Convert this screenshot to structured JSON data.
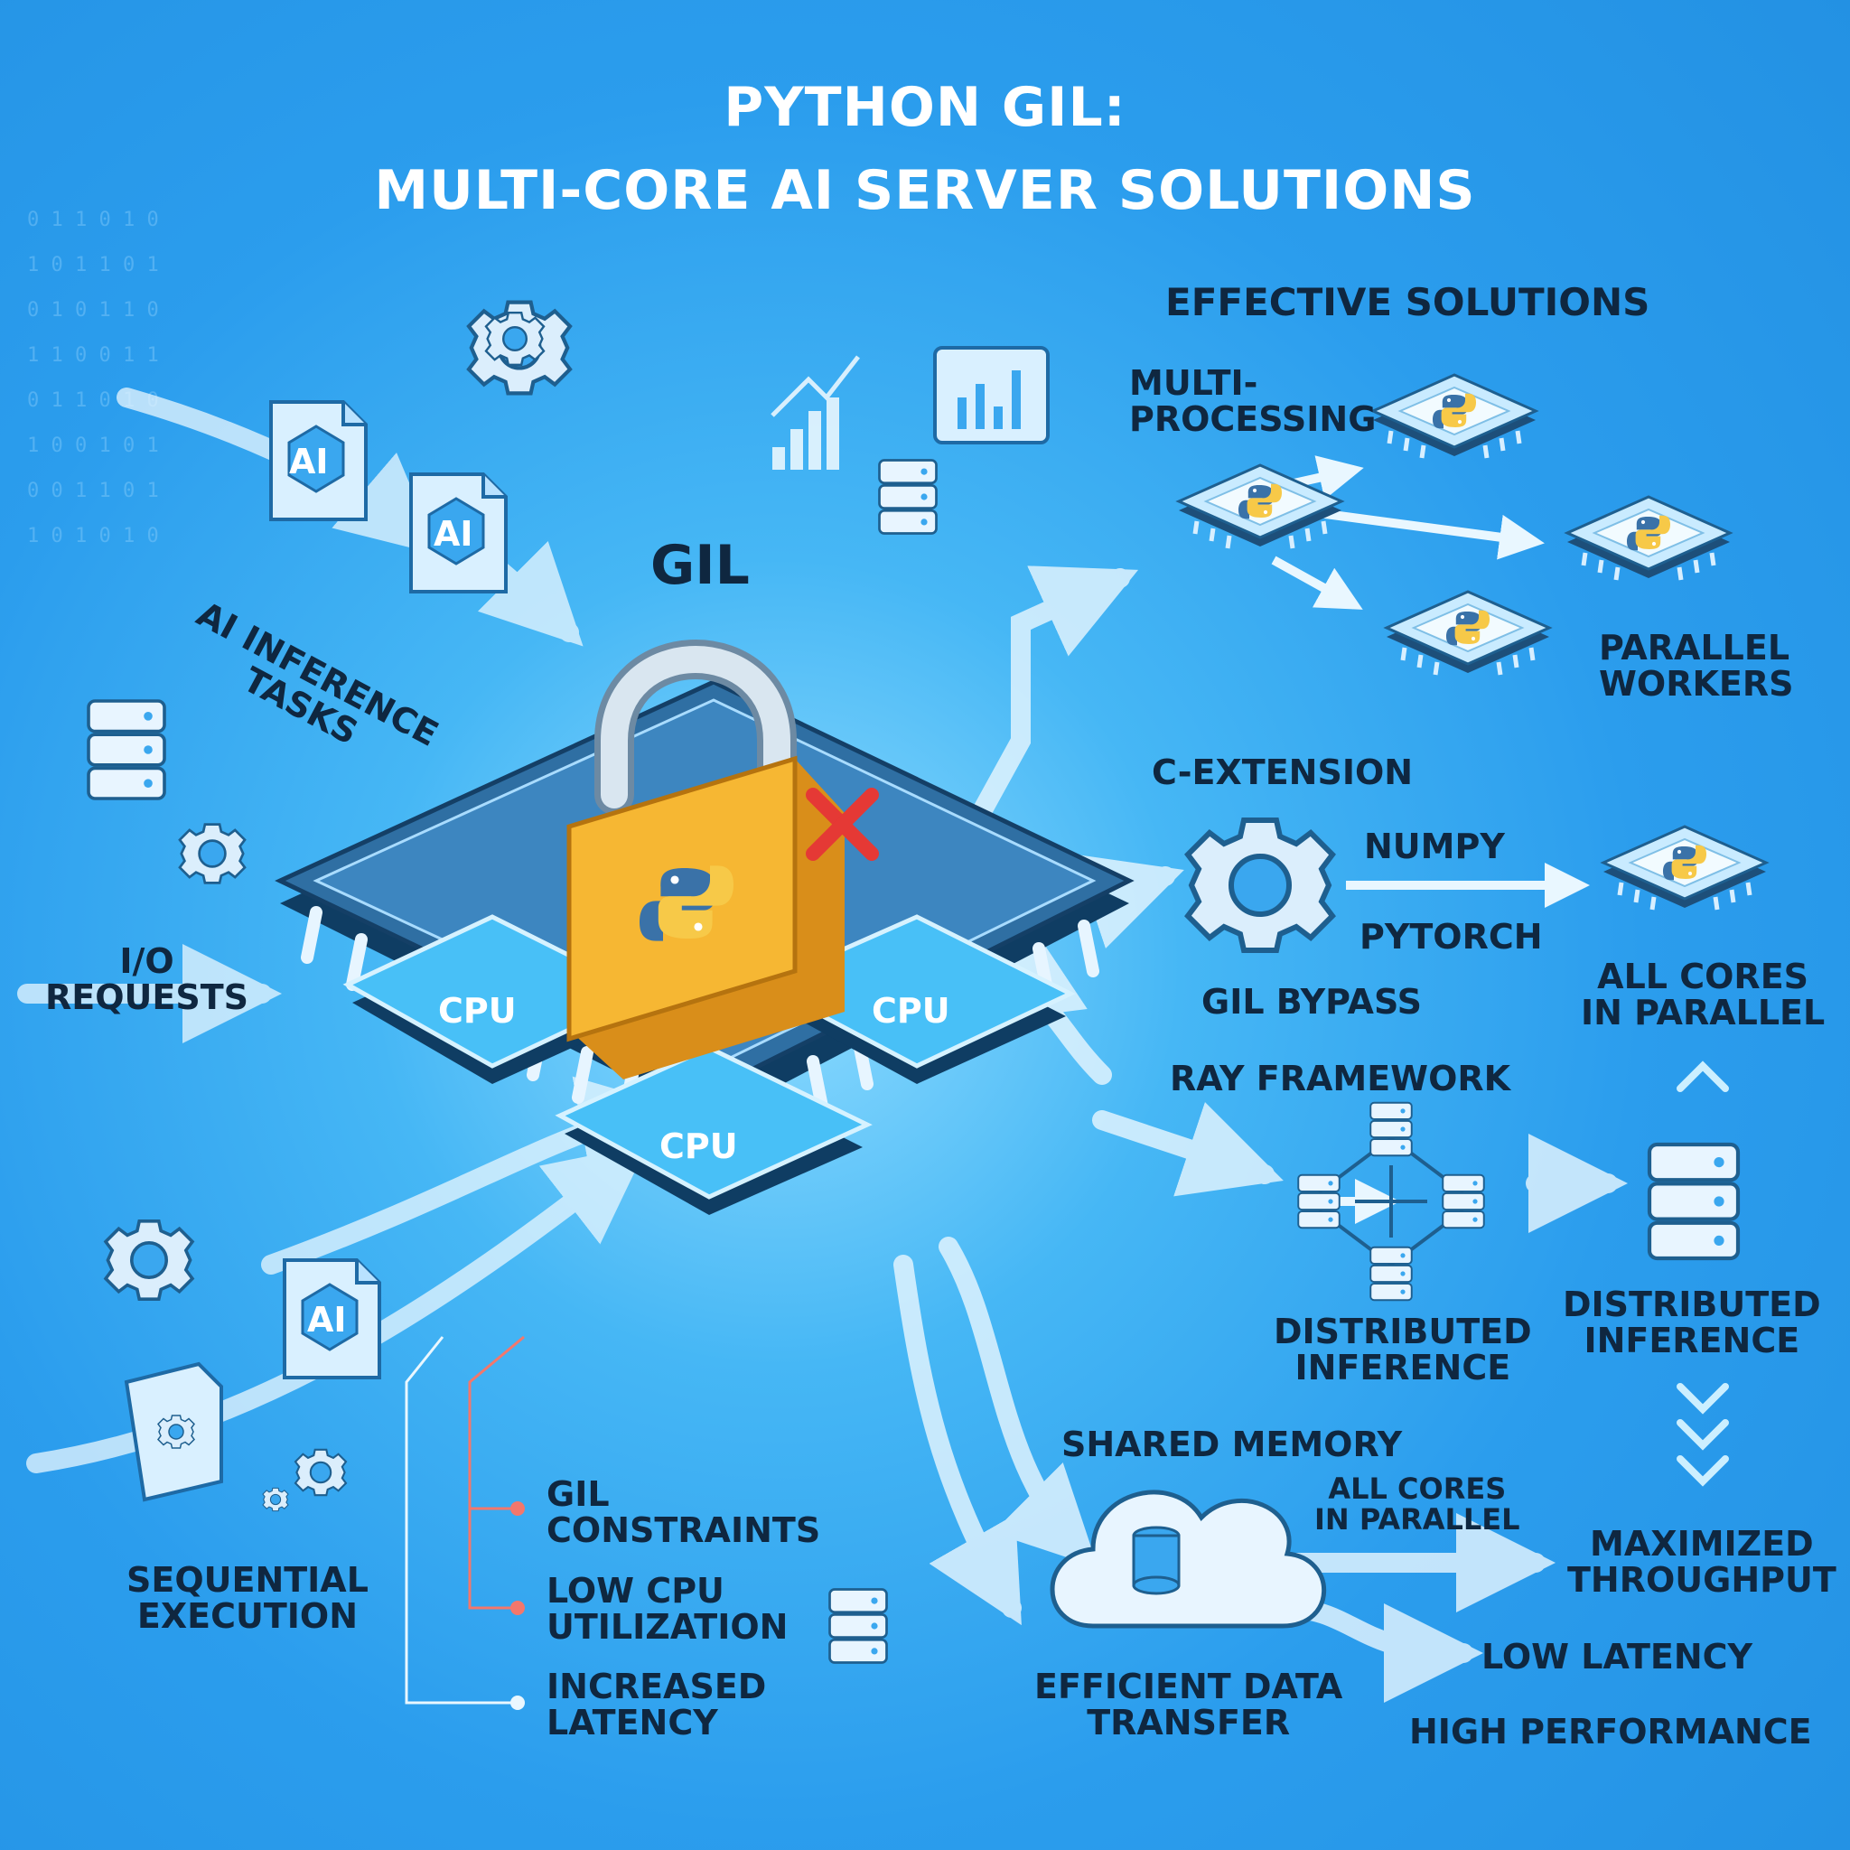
{
  "title": {
    "line1": "PYTHON GIL:",
    "line2": "MULTI-CORE AI SERVER SOLUTIONS"
  },
  "center": {
    "lock_label": "GIL",
    "cpu_labels": [
      "CPU",
      "CPU",
      "CPU"
    ],
    "file_badge": "AI"
  },
  "left": {
    "inference": "AI INFERENCE\nTASKS",
    "io": "I/O\nREQUESTS",
    "sequential": "SEQUENTIAL\nEXECUTION",
    "constraints": [
      "GIL\nCONSTRAINTS",
      "LOW CPU\nUTILIZATION",
      "INCREASED\nLATENCY"
    ]
  },
  "solutions": {
    "heading": "EFFECTIVE SOLUTIONS",
    "multiprocessing": "MULTI-\nPROCESSING",
    "parallel_workers": "PARALLEL\nWORKERS",
    "cext": "C-EXTENSION",
    "numpy": "NUMPY",
    "pytorch": "PYTORCH",
    "gil_bypass": "GIL BYPASS",
    "all_cores": "ALL CORES\nIN PARALLEL",
    "ray": "RAY FRAMEWORK",
    "dist_inference_1": "DISTRIBUTED\nINFERENCE",
    "dist_inference_2": "DISTRIBUTED\nINFERENCE",
    "shared_memory": "SHARED MEMORY",
    "all_cores_2": "ALL CORES\nIN PARALLEL",
    "efficient": "EFFICIENT DATA\nTRANSFER",
    "throughput": "MAXIMIZED\nTHROUGHPUT",
    "low_latency": "LOW LATENCY",
    "high_perf": "HIGH PERFORMANCE"
  },
  "colors": {
    "background": "#2b9ded",
    "lock": "#f6b733",
    "x_mark": "#e53935",
    "python_blue": "#3a72a8",
    "python_yellow": "#f7c948",
    "constraint_line": "#f3776c"
  }
}
